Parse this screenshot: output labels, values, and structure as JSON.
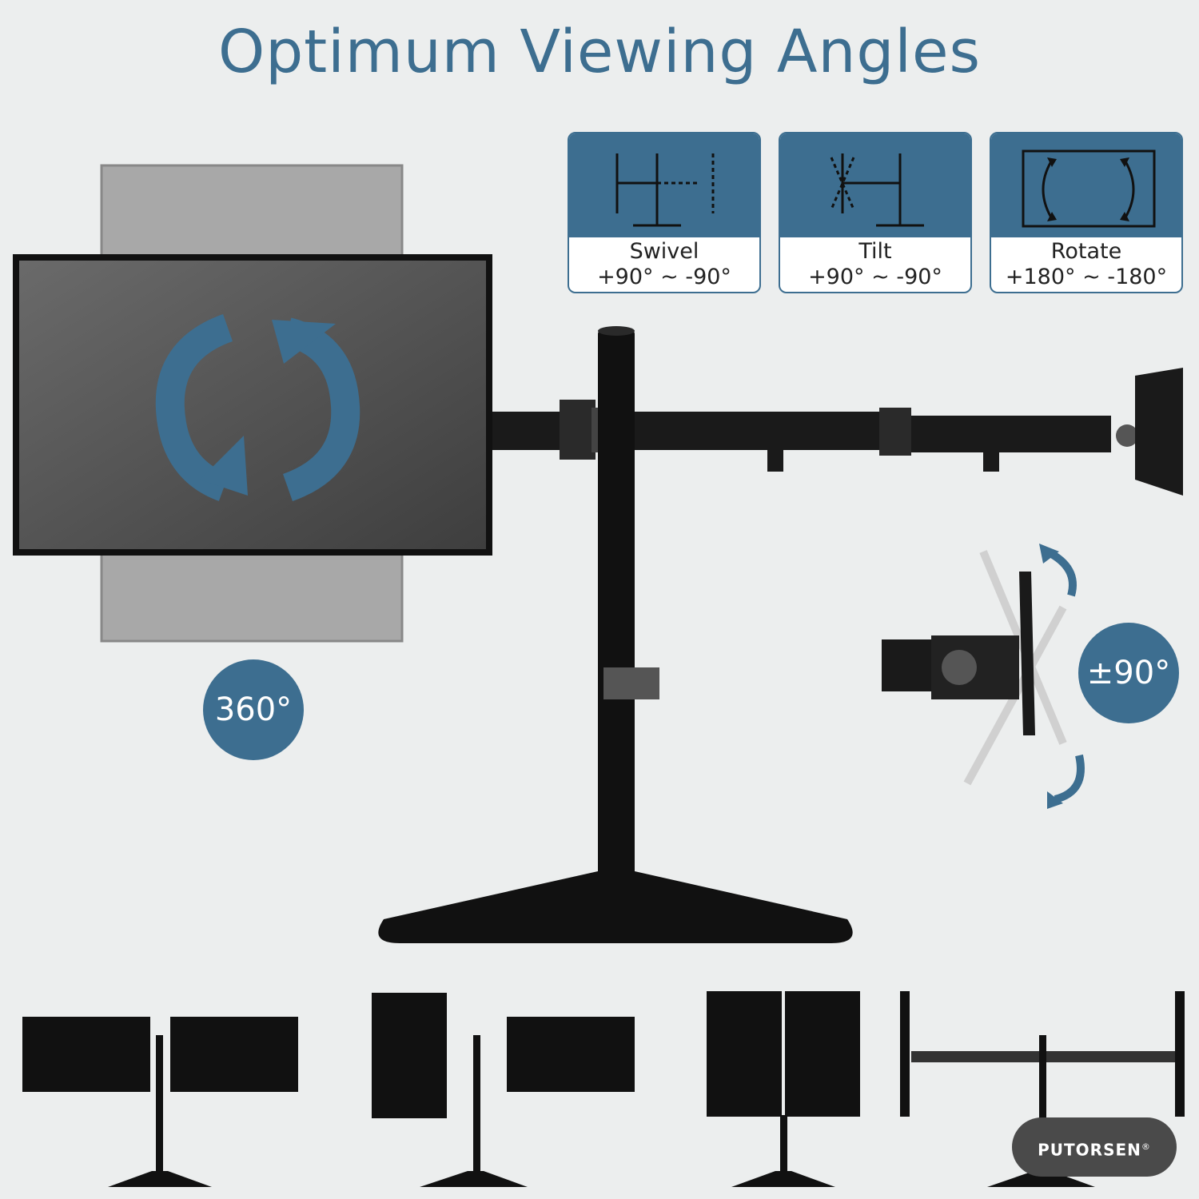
{
  "title": "Optimum Viewing Angles",
  "features": [
    {
      "name": "Swivel",
      "range": "+90° ~ -90°",
      "icon": "swivel-icon"
    },
    {
      "name": "Tilt",
      "range": "+90° ~ -90°",
      "icon": "tilt-icon"
    },
    {
      "name": "Rotate",
      "range": "+180° ~ -180°",
      "icon": "rotate-icon"
    }
  ],
  "badges": {
    "rotation": "360°",
    "tilt": "±90°"
  },
  "brand": {
    "name": "PUTORSEN",
    "mark": "®"
  },
  "colors": {
    "accent": "#3d6e90",
    "background": "#eceeee",
    "metal": "#1a1a1a"
  }
}
